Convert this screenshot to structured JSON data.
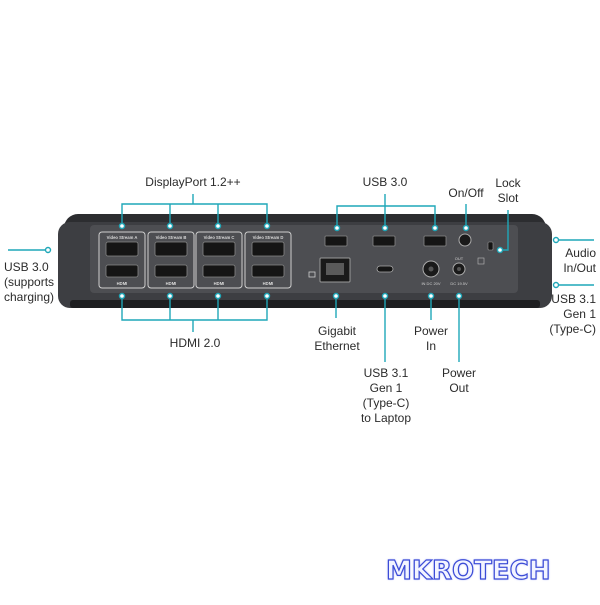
{
  "labels": {
    "displayport": "DisplayPort 1.2++",
    "usb30_top": "USB 3.0",
    "onoff": "On/Off",
    "lock": "Lock\nSlot",
    "usb30_left": "USB 3.0\n(supports\ncharging)",
    "audio": "Audio\nIn/Out",
    "usb31_right": "USB 3.1\nGen 1\n(Type-C)",
    "hdmi20": "HDMI 2.0",
    "gigabit": "Gigabit\nEthernet",
    "usb31_laptop": "USB 3.1\nGen 1\n(Type-C)\nto Laptop",
    "power_in": "Power\nIn",
    "power_out": "Power\nOut"
  },
  "device": {
    "streams": [
      "Video Stream A",
      "Video Stream B",
      "Video Stream C",
      "Video Stream D"
    ],
    "hdmi_label": "HDMI",
    "dc_in_label": "IN DC 20V",
    "dc_out_label": "DC 19.5V",
    "out_label": "OUT"
  },
  "logo": {
    "text": "MKROTECH",
    "colors": {
      "outline": "#3b4bd6",
      "fill": "#f2f4ff",
      "accent": "#1fa7b8"
    }
  },
  "colors": {
    "callout": "#1fa7b8",
    "body_dark": "#2c2d30",
    "panel": "#4a4b4f"
  }
}
